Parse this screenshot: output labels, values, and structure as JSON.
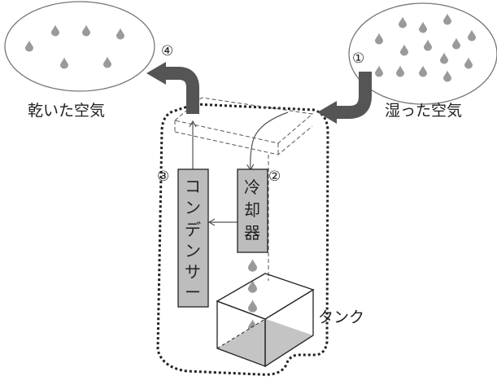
{
  "labels": {
    "dry_air": "乾いた空気",
    "humid_air": "湿った空気",
    "tank": "タンク"
  },
  "steps": {
    "s1": "①",
    "s2": "②",
    "s3": "③",
    "s4": "④"
  },
  "components": {
    "cooler": [
      "冷",
      "却",
      "器"
    ],
    "condenser": [
      "コ",
      "ン",
      "デ",
      "ン",
      "サ",
      "ー"
    ]
  },
  "colors": {
    "arrow": "#555555",
    "drop": "#9a9a9a",
    "box_fill": "#bdbdbd",
    "tank_floor": "#c4c4c4",
    "outline": "#222222"
  },
  "icons": {
    "humid_cloud": "cloud-with-many-drops-icon",
    "dry_cloud": "cloud-with-few-drops-icon",
    "water_drop": "water-drop-icon"
  }
}
